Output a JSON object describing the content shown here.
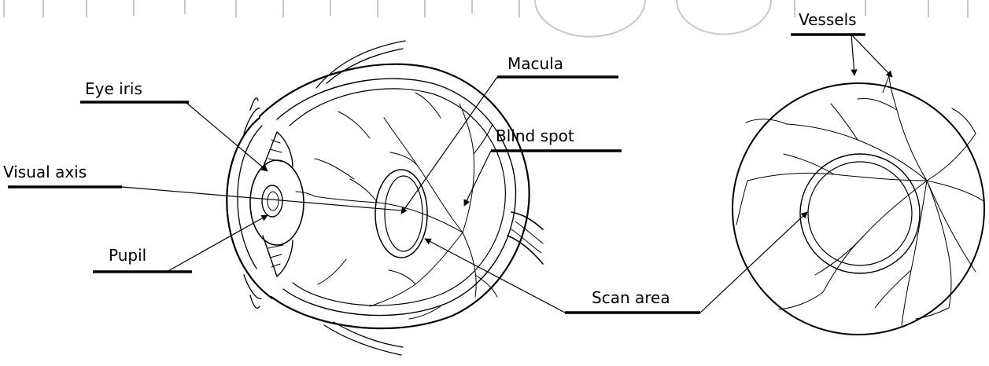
{
  "labels": {
    "eye_iris": "Eye iris",
    "visual_axis": "Visual axis",
    "pupil": "Pupil",
    "macula": "Macula",
    "blind_spot": "Blind spot",
    "scan_area": "Scan area",
    "vessels": "Vessels"
  },
  "colors": {
    "ink": "#000000",
    "background": "#ffffff",
    "watermark": "#c8c8c8"
  }
}
